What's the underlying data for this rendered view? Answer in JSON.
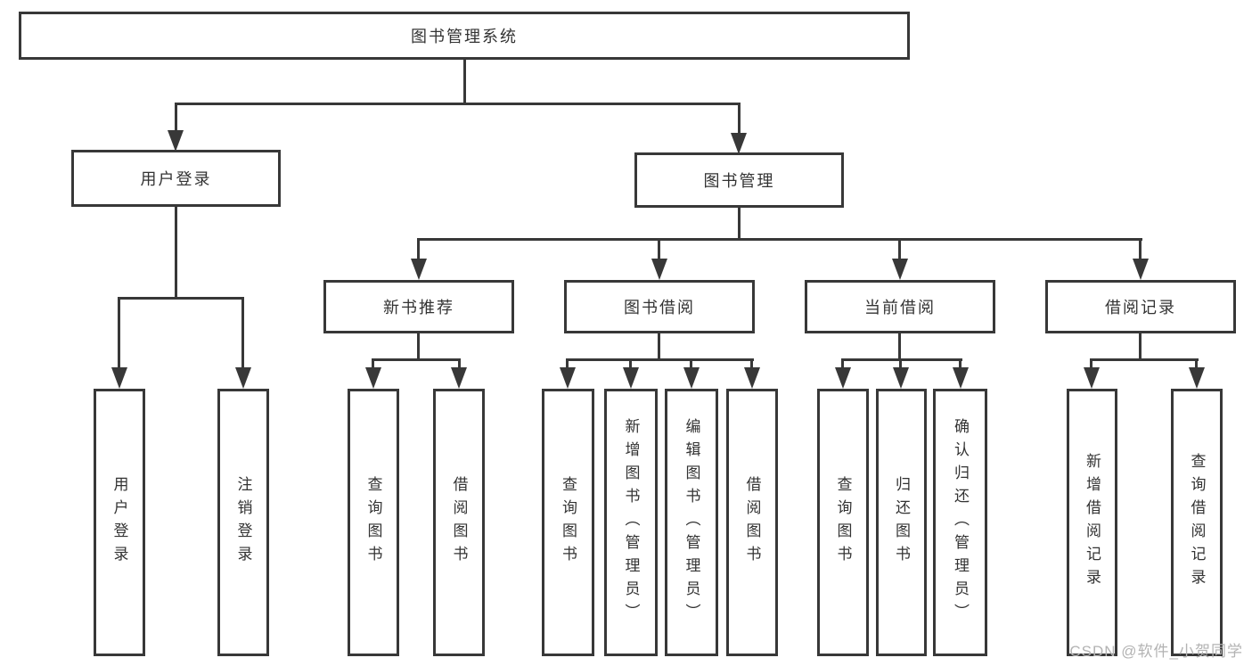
{
  "colors": {
    "line": "#383838",
    "box_background": "#ffffff",
    "text": "#333333",
    "watermark": "#b3b3b3"
  },
  "nodes": {
    "root": "图书管理系统",
    "level1": [
      "用户登录",
      "图书管理"
    ],
    "level2": [
      "新书推荐",
      "图书借阅",
      "当前借阅",
      "借阅记录"
    ],
    "leaves": {
      "user_login": [
        "用户登录",
        "注销登录"
      ],
      "new_book": [
        "查询图书",
        "借阅图书"
      ],
      "book_borrow": [
        "查询图书",
        "新增图书（管理员）",
        "编辑图书（管理员）",
        "借阅图书"
      ],
      "current_borrow": [
        "查询图书",
        "归还图书",
        "确认归还（管理员）"
      ],
      "borrow_record": [
        "新增借阅记录",
        "查询借阅记录"
      ]
    }
  },
  "watermark": "CSDN @软件_小贺同学"
}
